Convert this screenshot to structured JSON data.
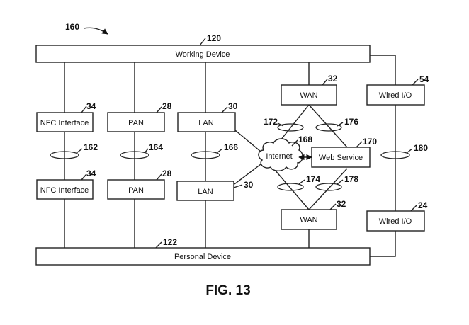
{
  "figure": {
    "ref": "160",
    "caption": "FIG. 13"
  },
  "working_device": {
    "label": "Working Device",
    "ref": "120"
  },
  "personal_device": {
    "label": "Personal Device",
    "ref": "122"
  },
  "top_row": {
    "nfc": {
      "label": "NFC Interface",
      "ref": "34"
    },
    "pan": {
      "label": "PAN",
      "ref": "28"
    },
    "lan": {
      "label": "LAN",
      "ref": "30"
    },
    "wan": {
      "label": "WAN",
      "ref": "32"
    },
    "wired": {
      "label": "Wired I/O",
      "ref": "54"
    }
  },
  "bottom_row": {
    "nfc": {
      "label": "NFC Interface",
      "ref": "34"
    },
    "pan": {
      "label": "PAN",
      "ref": "28"
    },
    "lan": {
      "label": "LAN",
      "ref": "30"
    },
    "wan": {
      "label": "WAN",
      "ref": "32"
    },
    "wired": {
      "label": "Wired I/O",
      "ref": "24"
    }
  },
  "internet": {
    "label": "Internet",
    "ref": "168"
  },
  "web_service": {
    "label": "Web Service",
    "ref": "170"
  },
  "links": {
    "nfc": "162",
    "pan": "164",
    "lan": "166",
    "wan_top_left": "172",
    "wan_top_right": "176",
    "wan_bottom_left": "174",
    "wan_bottom_right": "178",
    "wired": "180"
  },
  "colors": {
    "line": "#222222",
    "background": "#ffffff"
  }
}
